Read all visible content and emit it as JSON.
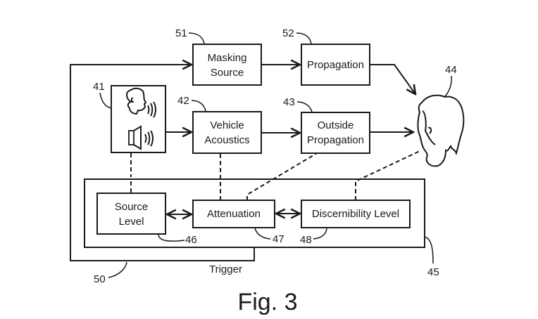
{
  "figure": {
    "caption": "Fig. 3",
    "trigger_label": "Trigger"
  },
  "blocks": {
    "masking_source": {
      "line1": "Masking",
      "line2": "Source",
      "ref": "51"
    },
    "propagation": {
      "label": "Propagation",
      "ref": "52"
    },
    "sources": {
      "ref": "41",
      "icons": [
        "person-speaking-icon",
        "speaker-icon"
      ]
    },
    "vehicle_acoustics": {
      "line1": "Vehicle",
      "line2": "Acoustics",
      "ref": "42"
    },
    "outside_propagation": {
      "line1": "Outside",
      "line2": "Propagation",
      "ref": "43"
    },
    "listener": {
      "ref": "44",
      "icon": "listener-head-icon"
    },
    "control_unit": {
      "ref": "45"
    },
    "source_level": {
      "line1": "Source",
      "line2": "Level",
      "ref": "46"
    },
    "attenuation": {
      "label": "Attenuation",
      "ref": "47"
    },
    "discernibility_level": {
      "label": "Discernibility Level",
      "ref": "48"
    },
    "trigger_loop": {
      "ref": "50"
    }
  }
}
